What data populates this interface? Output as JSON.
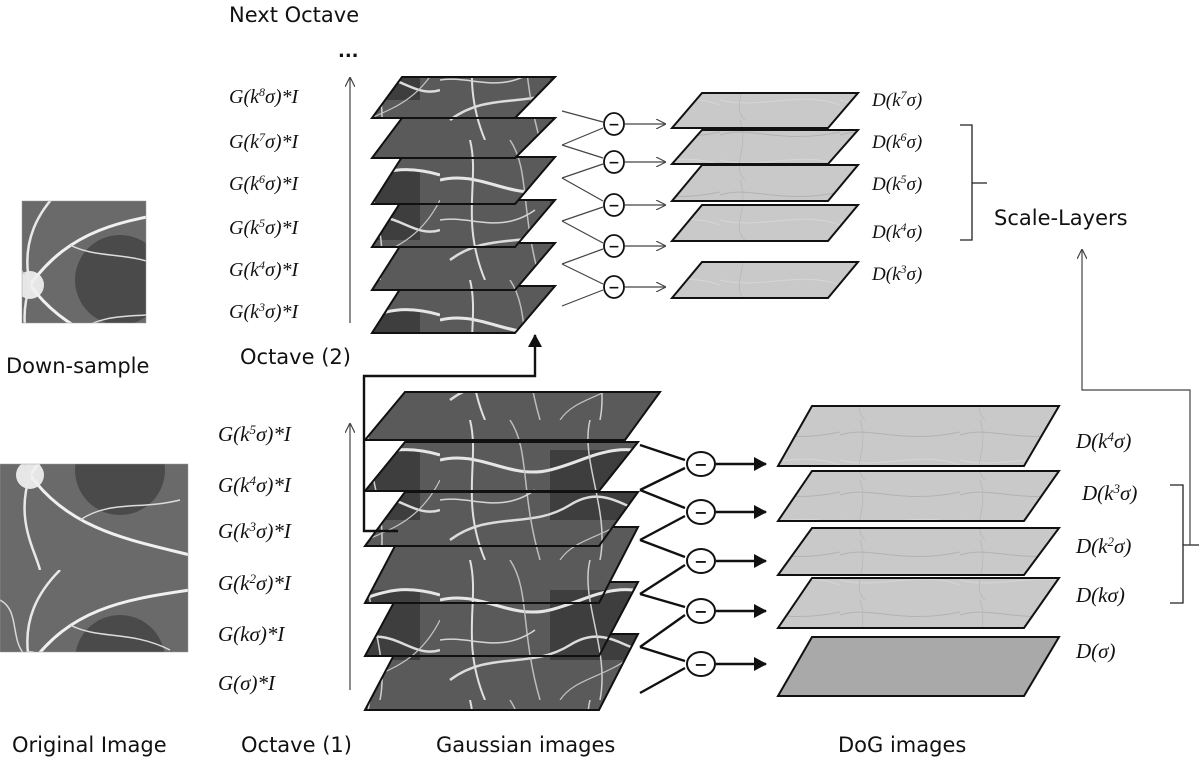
{
  "labels": {
    "next_octave": "Next Octave",
    "ellipsis": "...",
    "down_sample": "Down-sample",
    "octave2": "Octave (2)",
    "original_image": "Original Image",
    "octave1": "Octave (1)",
    "gaussian_images": "Gaussian images",
    "dog_images": "DoG images",
    "scale_layers": "Scale-Layers",
    "minus": "−"
  },
  "octave2": {
    "gaussian": [
      {
        "pre": "G(",
        "base": "k",
        "exp": "8",
        "post": "σ)*I"
      },
      {
        "pre": "G(",
        "base": "k",
        "exp": "7",
        "post": "σ)*I"
      },
      {
        "pre": "G(",
        "base": "k",
        "exp": "6",
        "post": "σ)*I"
      },
      {
        "pre": "G(",
        "base": "k",
        "exp": "5",
        "post": "σ)*I"
      },
      {
        "pre": "G(",
        "base": "k",
        "exp": "4",
        "post": "σ)*I"
      },
      {
        "pre": "G(",
        "base": "k",
        "exp": "3",
        "post": "σ)*I"
      }
    ],
    "dog": [
      {
        "pre": "D(",
        "base": "k",
        "exp": "7",
        "post": "σ)"
      },
      {
        "pre": "D(",
        "base": "k",
        "exp": "6",
        "post": "σ)"
      },
      {
        "pre": "D(",
        "base": "k",
        "exp": "5",
        "post": "σ)"
      },
      {
        "pre": "D(",
        "base": "k",
        "exp": "4",
        "post": "σ)"
      },
      {
        "pre": "D(",
        "base": "k",
        "exp": "3",
        "post": "σ)"
      }
    ]
  },
  "octave1": {
    "gaussian": [
      {
        "pre": "G(",
        "base": "k",
        "exp": "5",
        "post": "σ)*I"
      },
      {
        "pre": "G(",
        "base": "k",
        "exp": "4",
        "post": "σ)*I"
      },
      {
        "pre": "G(",
        "base": "k",
        "exp": "3",
        "post": "σ)*I"
      },
      {
        "pre": "G(",
        "base": "k",
        "exp": "2",
        "post": "σ)*I"
      },
      {
        "pre": "G(",
        "base": "kσ",
        "exp": "",
        "post": ")*I"
      },
      {
        "pre": "G(",
        "base": "σ",
        "exp": "",
        "post": ")*I"
      }
    ],
    "dog": [
      {
        "pre": "D(",
        "base": "k",
        "exp": "4",
        "post": "σ)"
      },
      {
        "pre": "D(",
        "base": "k",
        "exp": "3",
        "post": "σ)"
      },
      {
        "pre": "D(",
        "base": "k",
        "exp": "2",
        "post": "σ)"
      },
      {
        "pre": "D(",
        "base": "kσ",
        "exp": "",
        "post": ")"
      },
      {
        "pre": "D(",
        "base": "σ",
        "exp": "",
        "post": ")"
      }
    ]
  },
  "colors": {
    "retina_bg": "#555555",
    "vessel": "#e8e8e8",
    "dog_fill": "#c8c8c8",
    "line": "#111111",
    "arrow_light": "#444444"
  }
}
